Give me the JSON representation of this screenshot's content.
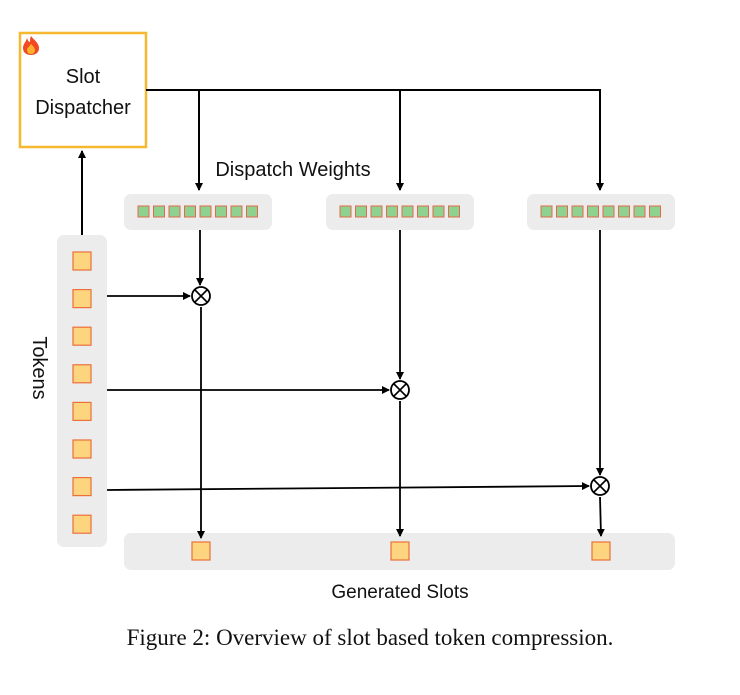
{
  "diagram": {
    "dispatcher_line1": "Slot",
    "dispatcher_line2": "Dispatcher",
    "dispatcher_icon": "fire-icon",
    "dispatch_weights_label": "Dispatch Weights",
    "tokens_label": "Tokens",
    "generated_slots_label": "Generated Slots",
    "weight_vector_count": 3,
    "weights_per_vector": 8,
    "token_count": 8,
    "slot_count": 3,
    "multiply_symbol": "⊗"
  },
  "caption": "Figure 2: Overview of slot based token compression.",
  "colors": {
    "dispatcher_border": "#f5b82e",
    "panel_bg": "#ececec",
    "token_fill": "#fcd57e",
    "token_border": "#ec6f3c",
    "weight_fill": "#8fd18f",
    "weight_border": "#e06a4a",
    "arrow": "#000000"
  }
}
